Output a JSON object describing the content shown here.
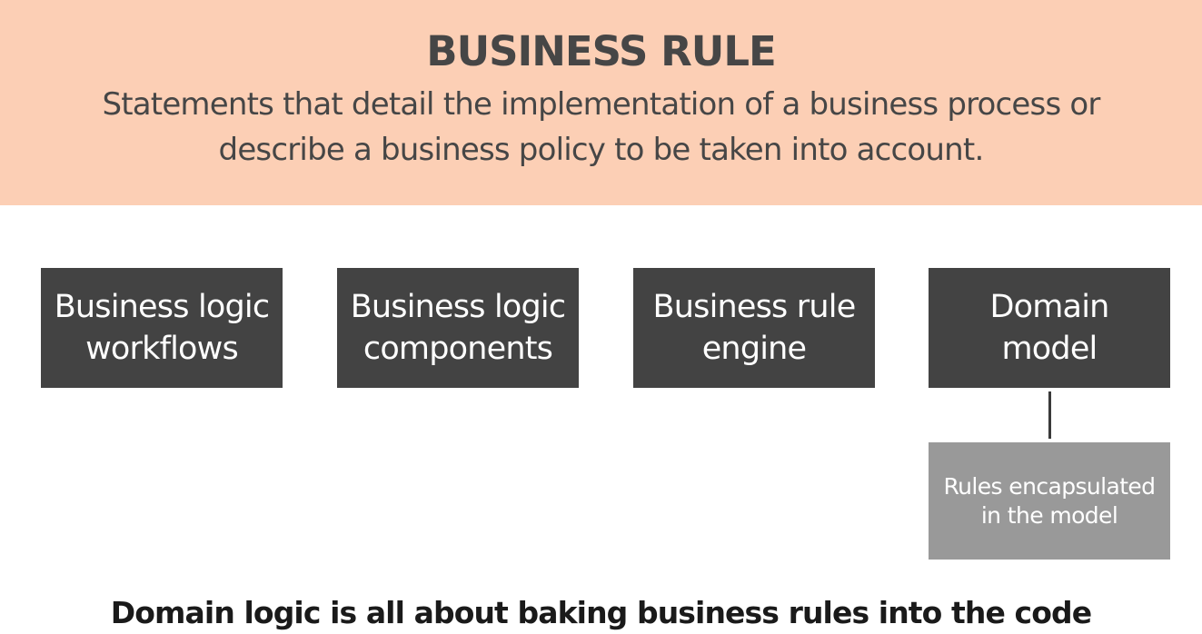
{
  "header": {
    "title": "BUSINESS RULE",
    "subtitle": "Statements that detail the implementation of a business process or describe a business policy to be taken into account."
  },
  "boxes": [
    {
      "label": "Business logic\nworkflows"
    },
    {
      "label": "Business logic\ncomponents"
    },
    {
      "label": "Business rule\nengine"
    },
    {
      "label": "Domain\nmodel"
    }
  ],
  "sub_box": {
    "label": "Rules encapsulated\nin the model"
  },
  "footer": {
    "text": "Domain logic is all about baking business rules into the code"
  }
}
